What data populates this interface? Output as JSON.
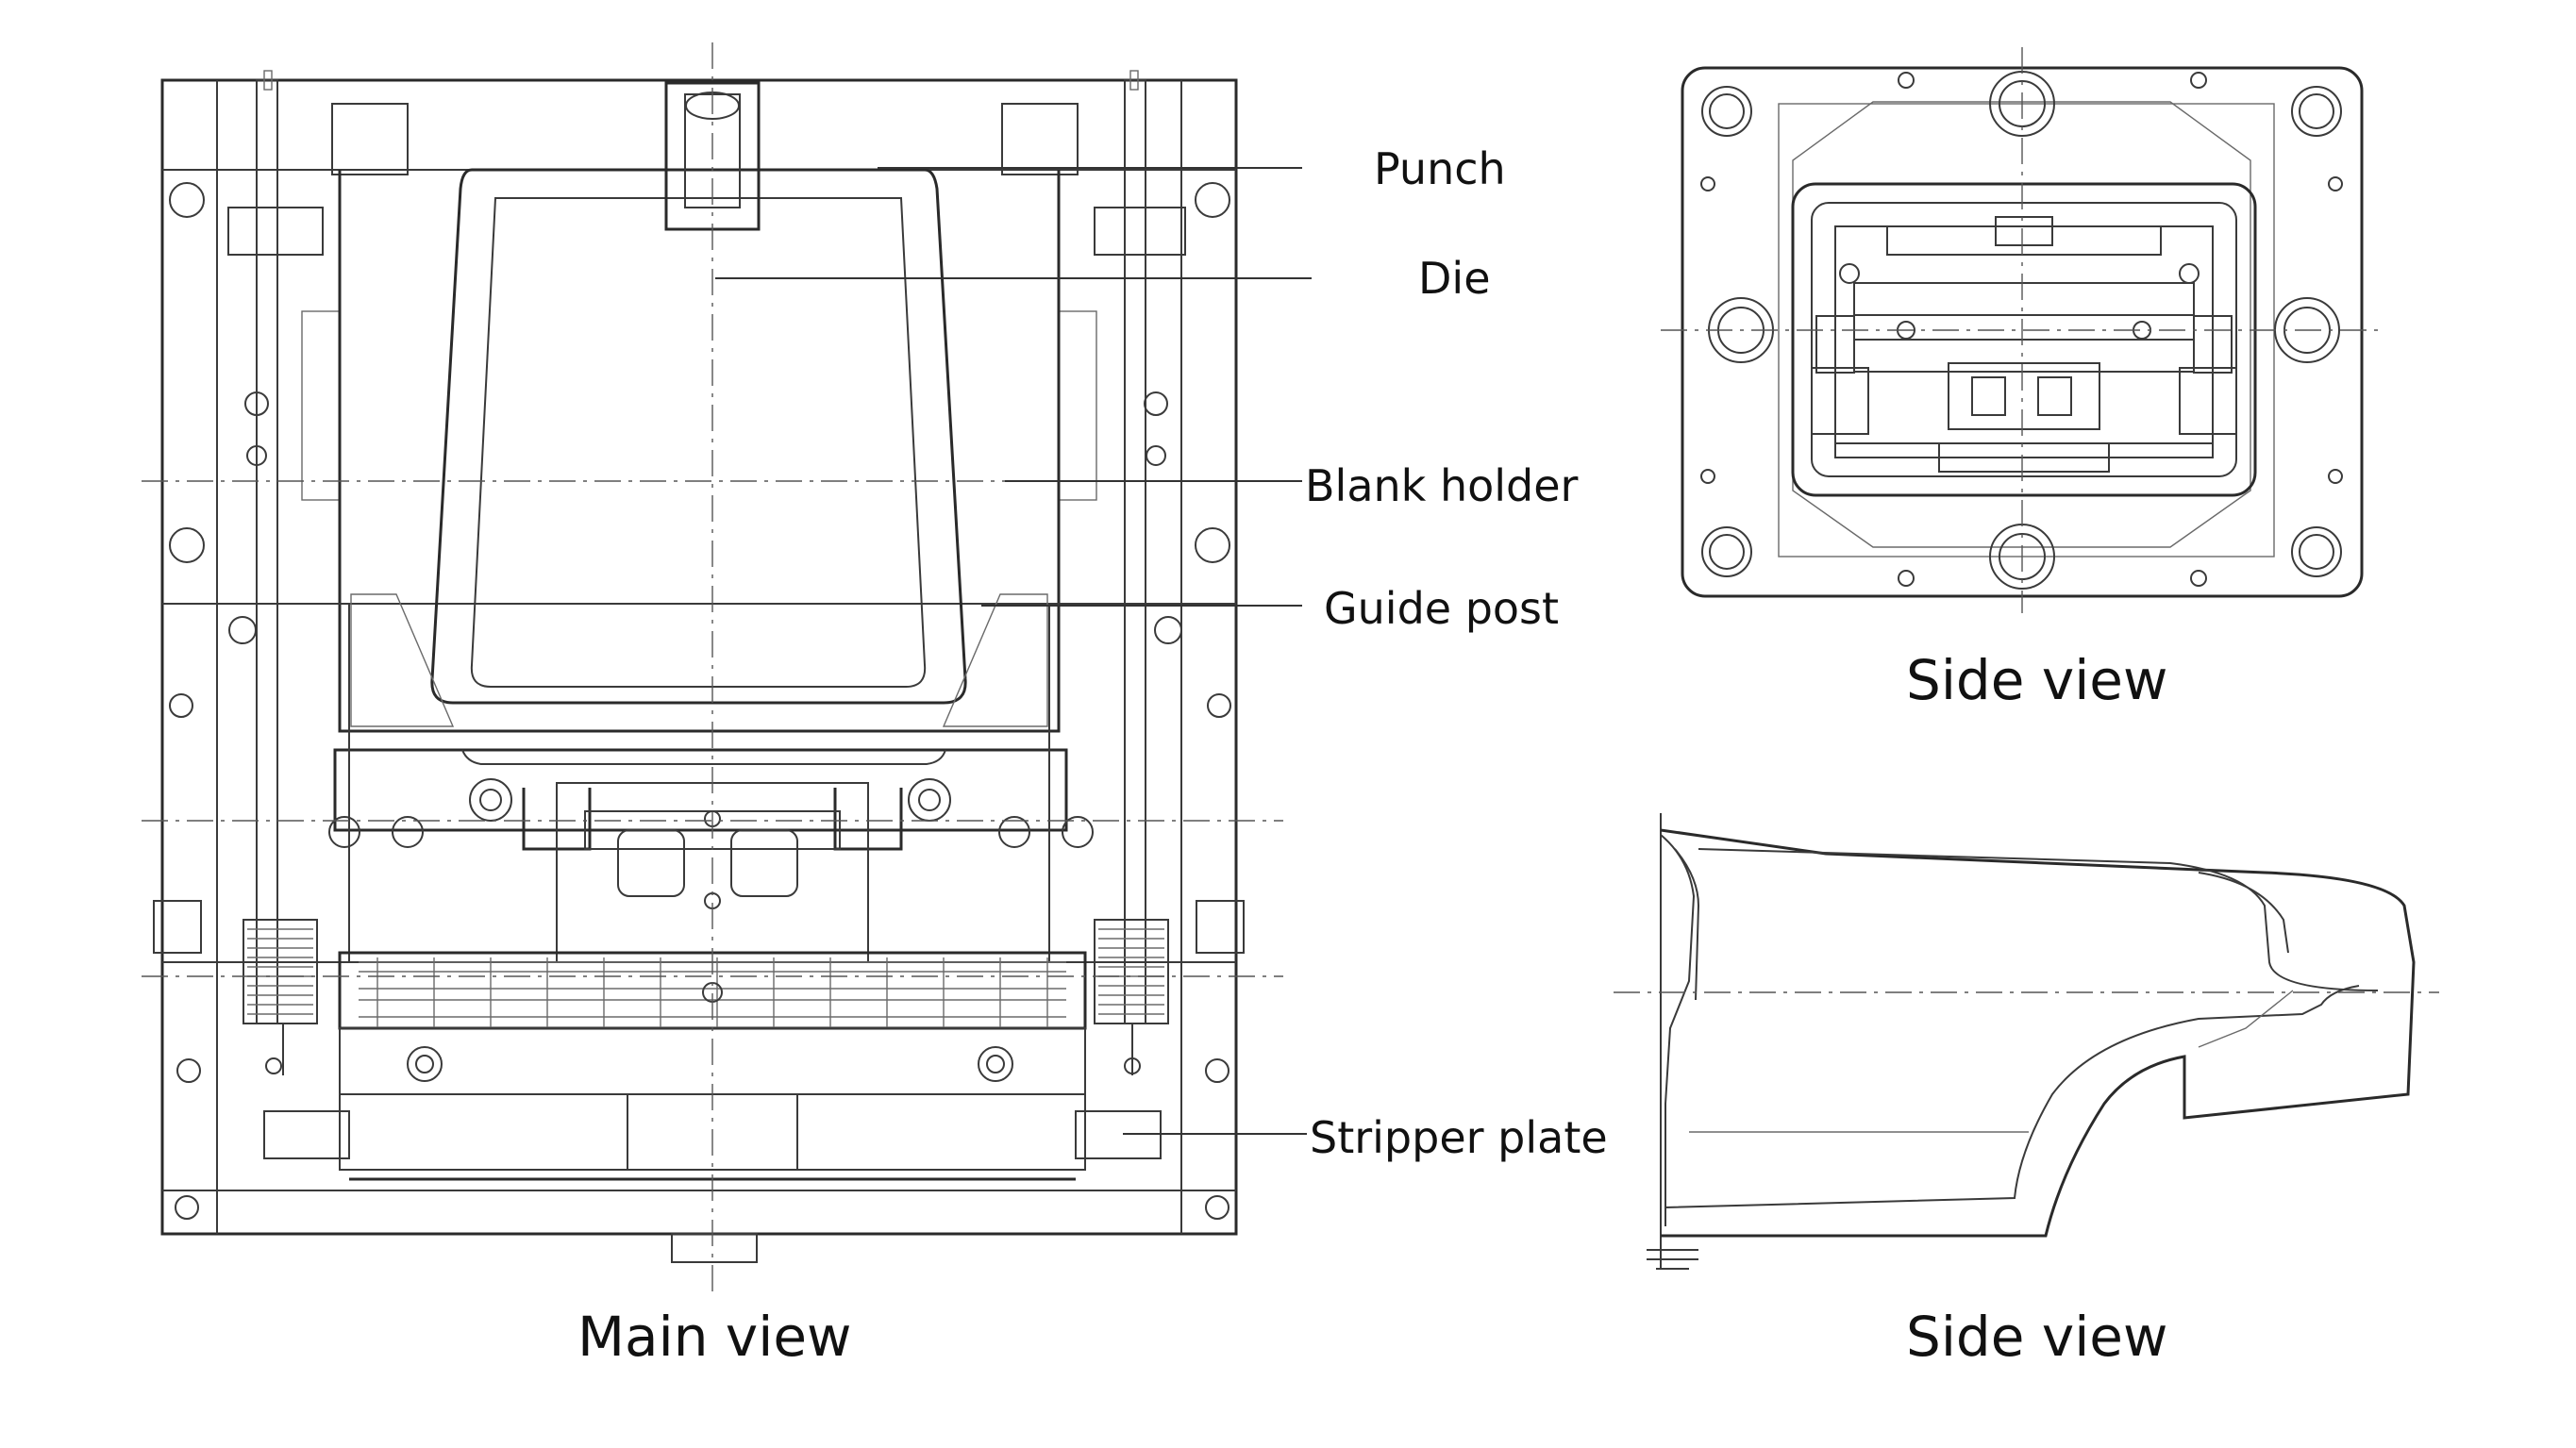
{
  "labels": {
    "punch": "Punch",
    "die": "Die",
    "blank_holder": "Blank holder",
    "guide_post": "Guide post",
    "stripper_plate": "Stripper plate"
  },
  "captions": {
    "main_view": "Main view",
    "side_view_top": "Side view",
    "side_view_bottom": "Side view"
  },
  "colors": {
    "line": "#2a2a2a",
    "thin_line": "#6a6a6a",
    "background": "#ffffff"
  }
}
